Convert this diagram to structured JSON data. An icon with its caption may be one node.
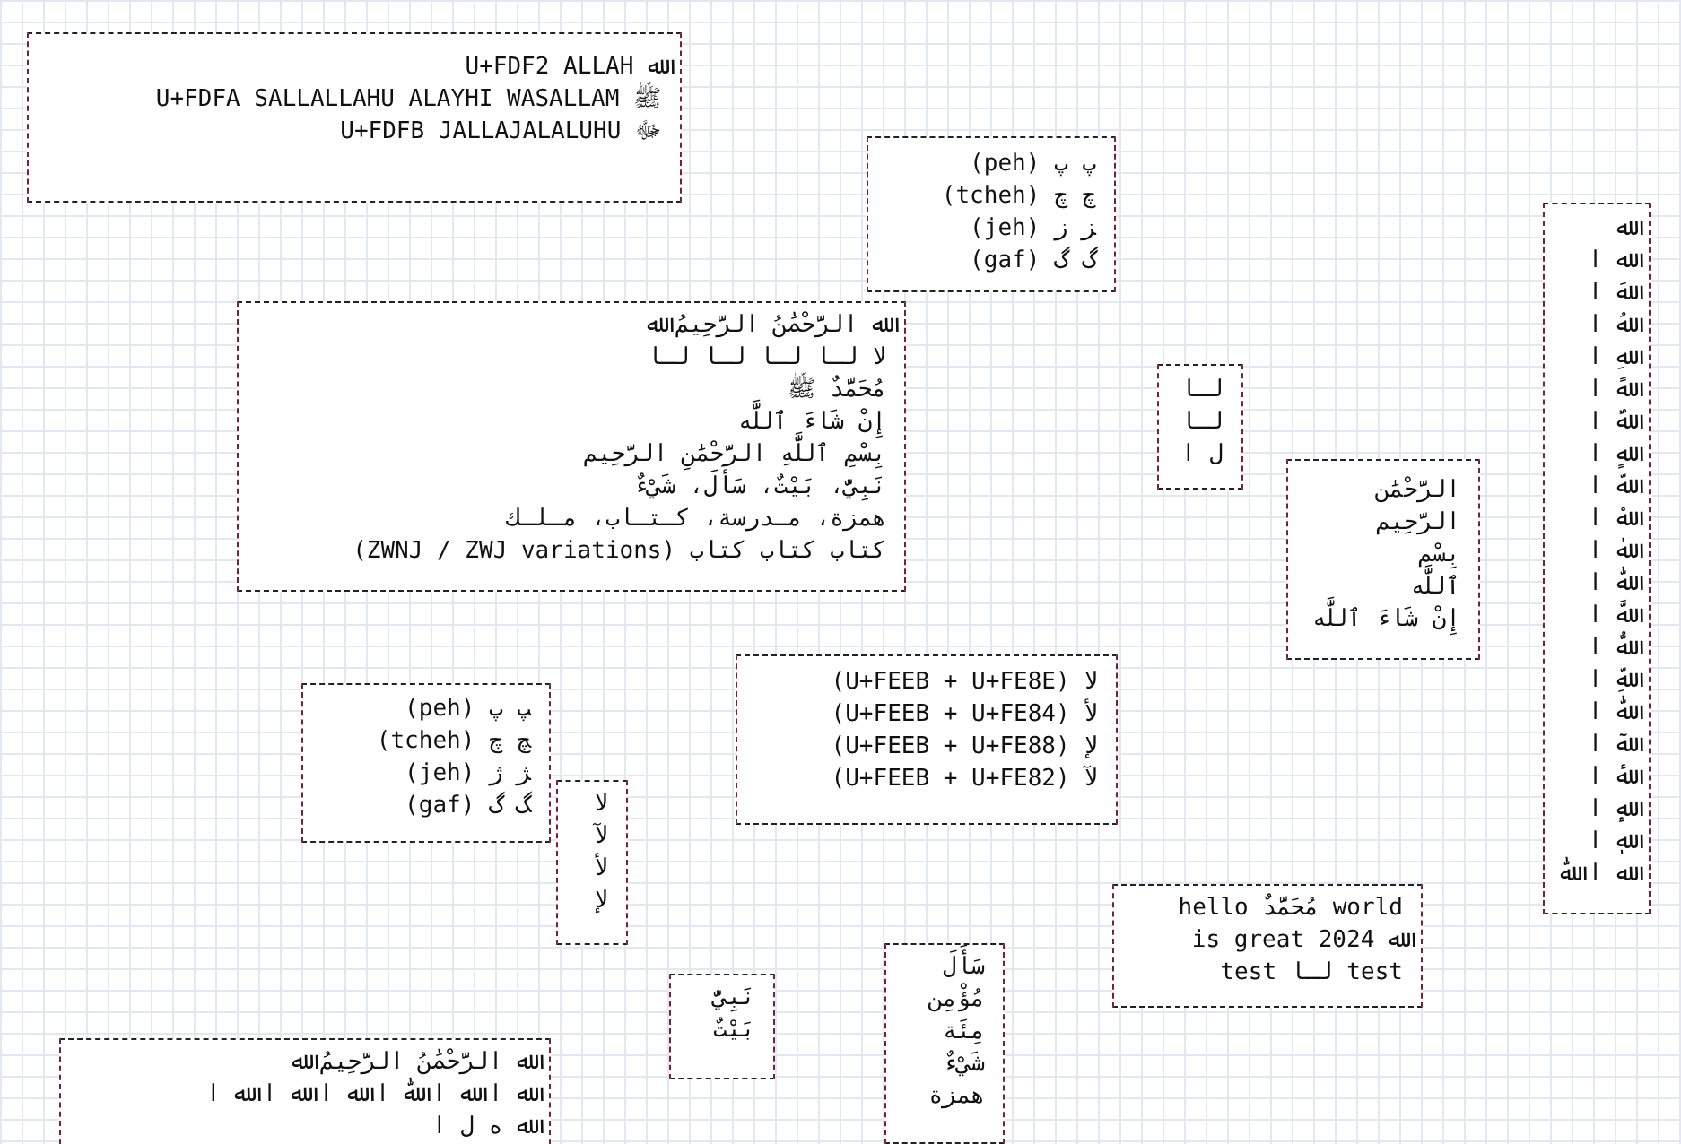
{
  "diagram": {
    "nodes": [
      {
        "text": [
          "U+FDF2 ALLAH ﷲ",
          "U+FDFA SALLALLAHU ALAYHI WASALLAM ﷺ",
          "U+FDFB JALLAJALALUHU ﷻ"
        ]
      },
      {
        "text": [
          "(peh) ﭖ پ",
          "(tcheh) ﭺ چ",
          "(jeh) ﺰ ز",
          "(gaf) ﮒ گ"
        ]
      },
      {
        "text": [
          "ﷲ الرَّحْمَٰنُ الرَّحِيمُ ﷲ",
          "لا لـا لـا لـا لـا",
          "مُحَمَّدٌ ﷺ",
          "إِنْ شَاءَ ٱللَّٰه",
          "بِسْمِ ٱللَّٰهِ الرَّحْمَٰنِ الرَّحِيم",
          "نَبِيٌّ، بَيْتٌ، سَأَلَ، شَيْءٌ",
          "همزة، مـدرسة، كـتـاب، مـلـك",
          "كتاب كتاب كتاب (ZWNJ / ZWJ variations)"
        ]
      },
      {
        "text": [
          "لـا",
          "لـا",
          "ل ا"
        ]
      },
      {
        "text": [
          "الرَّحْمَٰن",
          "الرَّحِيم",
          "بِسْم",
          "ٱللَّٰه",
          "إِنْ شَاءَ ٱللَّٰه"
        ]
      },
      {
        "text": [
          "ﷲ",
          "ﷲ ا",
          "ﷲَ ا",
          "ﷲُ ا",
          "ﷲِ ا",
          "ﷲً ا",
          "ﷲٌ ا",
          "ﷲٍ ا",
          "ﷲّ ا",
          "ﷲْ ا",
          "ﷲٰ ا",
          "ﷲّٰ ا",
          "ﷲَّ ا",
          "ﷲُّ ا",
          "ﷲِّ ا",
          "ﷲّٰ ا",
          "ﷲٓ ا",
          "ﷲٔ ا",
          "ﷲٕ ا",
          "ﷲٖ ا",
          "ﷲ ا ﷲّٰ"
        ]
      },
      {
        "text": [
          "(peh) ﭗ پ",
          "(tcheh) ﭻ چ",
          "(jeh) ﮋ ژ",
          "(gaf) ﮓ گ"
        ]
      },
      {
        "text": [
          "لا",
          "لآ",
          "لأ",
          "لإ"
        ]
      },
      {
        "text": [
          "(U+FEEB + U+FE8E) ﻻ",
          "(U+FEEB + U+FE84) ﻷ",
          "(U+FEEB + U+FE88) ﻹ",
          "(U+FEEB + U+FE82) ﻵ"
        ]
      },
      {
        "text": [
          "hello مُحَمَّدٌ world",
          "is great ﷲ 2024",
          "test لـا test"
        ]
      },
      {
        "text": [
          "نَبِيٌّ",
          "بَيْتٌ"
        ]
      },
      {
        "text": [
          "سَأَلَ",
          "مُؤْمِن",
          "مِئَة",
          "شَيْءٌ",
          "همزة"
        ]
      },
      {
        "text": [
          "ﷲ الرَّحْمَٰنُ الرَّحِيمُ ﷲ",
          "ﷲ ا ﷲ ا ﷲّٰ ا ﷲ ا ﷲ ا ﷲ ا",
          "ﷲ ه ل ا"
        ]
      }
    ]
  }
}
